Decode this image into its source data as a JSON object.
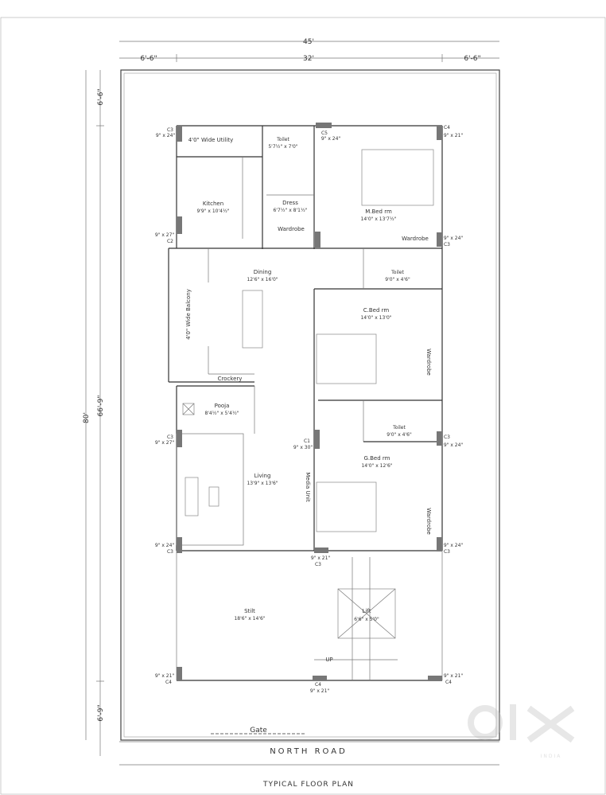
{
  "dimensions": {
    "top_total": "45'",
    "top_left": "6'-6\"",
    "top_mid": "32'",
    "top_right": "6'-6\"",
    "left_total": "80'",
    "left_top": "6'-6\"",
    "left_mid": "66'-9\"",
    "left_bottom": "6'-9\""
  },
  "rooms": {
    "utility": "4'0\" Wide Utility",
    "toilet1": {
      "name": "Toilet",
      "size": "5'7½\" x 7'0\""
    },
    "kitchen": {
      "name": "Kitchen",
      "size": "9'9\" x 10'4½\""
    },
    "dress": {
      "name": "Dress",
      "size": "6'7½\" x 8'1½\""
    },
    "mbed": {
      "name": "M.Bed rm",
      "size": "14'0\" x 13'7½\""
    },
    "wardrobe1": "Wardrobe",
    "wardrobe2": "Wardrobe",
    "toilet2": {
      "name": "Toilet",
      "size": "9'0\" x 4'6\""
    },
    "dining": {
      "name": "Dining",
      "size": "12'6\" x 16'0\""
    },
    "balcony": "4'0\" Wide Balcony",
    "cbed": {
      "name": "C.Bed rm",
      "size": "14'0\" x 13'0\""
    },
    "wardrobe3": "Wardrobe",
    "crockery": "Crockery",
    "pooja": {
      "name": "Pooja",
      "size": "8'4½\" x 5'4½\""
    },
    "toilet3": {
      "name": "Toilet",
      "size": "9'0\" x 4'6\""
    },
    "gbed": {
      "name": "G.Bed rm",
      "size": "14'0\" x 12'6\""
    },
    "living": {
      "name": "Living",
      "size": "13'9\" x 13'6\""
    },
    "media": "Media Unit",
    "wardrobe4": "Wardrobe",
    "stilt": {
      "name": "Stilt",
      "size": "18'6\" x 14'6\""
    },
    "lift": {
      "name": "Lift",
      "size": "6'6\" x 5'0\""
    },
    "up": "UP"
  },
  "columns": [
    {
      "id": "C3",
      "size": "9\" x 24\""
    },
    {
      "id": "C5",
      "size": "9\" x 24\""
    },
    {
      "id": "C4",
      "size": "9\" x 21\""
    },
    {
      "id": "C2",
      "size": "9\" x 27\""
    },
    {
      "id": "C3",
      "size": "9\" x 24\""
    },
    {
      "id": "C3",
      "size": "9\" x 27\""
    },
    {
      "id": "C1",
      "size": "9\" x 30\""
    },
    {
      "id": "C3",
      "size": "9\" x 24\""
    },
    {
      "id": "C3",
      "size": "9\" x 24\""
    },
    {
      "id": "C3",
      "size": "9\" x 21\""
    },
    {
      "id": "C3",
      "size": "9\" x 24\""
    },
    {
      "id": "C4",
      "size": "9\" x 21\""
    },
    {
      "id": "C4",
      "size": "9\" x 21\""
    },
    {
      "id": "C4",
      "size": "9\" x 21\""
    }
  ],
  "misc": {
    "c1_label": "C1",
    "c1_size": "9\" x 30\""
  },
  "gate": "Gate",
  "road": "NORTH ROAD",
  "title": "TYPICAL FLOOR PLAN",
  "watermark": {
    "brand": "OLX",
    "sub": "INDIA"
  }
}
